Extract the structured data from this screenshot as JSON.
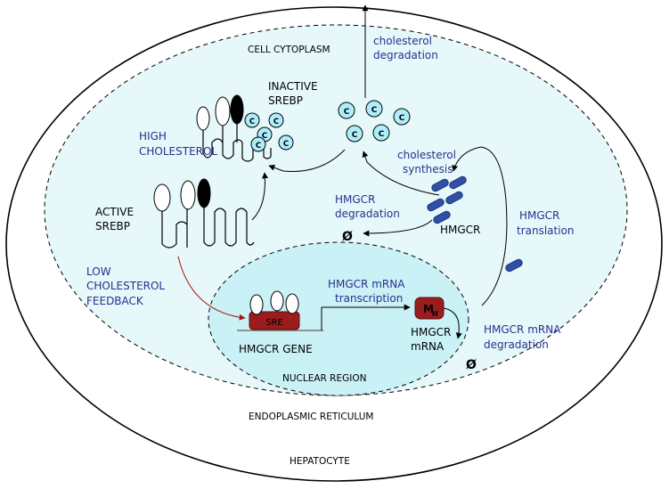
{
  "labels": {
    "cell_cytoplasm": "CELL CYTOPLASM",
    "hepatocyte": "HEPATOCYTE",
    "endoplasmic_reticulum": "ENDOPLASMIC RETICULUM",
    "nuclear_region": "NUCLEAR REGION",
    "cholesterol_degradation_1": "cholesterol",
    "cholesterol_degradation_2": "degradation",
    "inactive_srebp_1": "INACTIVE",
    "inactive_srebp_2": "SREBP",
    "high_cholesterol_1": "HIGH",
    "high_cholesterol_2": "CHOLESTEROL",
    "cholesterol_synthesis_1": "cholesterol",
    "cholesterol_synthesis_2": "synthesis",
    "active_srebp_1": "ACTIVE",
    "active_srebp_2": "SREBP",
    "hmgcr_degradation_1": "HMGCR",
    "hmgcr_degradation_2": "degradation",
    "null_1": "Ø",
    "hmgcr": "HMGCR",
    "hmgcr_translation_1": "HMGCR",
    "hmgcr_translation_2": "translation",
    "low_chol_1": "LOW",
    "low_chol_2": "CHOLESTEROL",
    "low_chol_3": "FEEDBACK",
    "transcription_1": "HMGCR mRNA",
    "transcription_2": "transcription",
    "sre": "SRE",
    "hmgcr_gene": "HMGCR GENE",
    "mh_main": "M",
    "mh_sub": "H",
    "hmgcr_mrna_1": "HMGCR",
    "hmgcr_mrna_2": "mRNA",
    "mrna_degradation_1": "HMGCR mRNA",
    "mrna_degradation_2": "degradation",
    "null_2": "Ø",
    "cholesterol_symbol": "C"
  },
  "colors": {
    "blue_text": "#2a2f8c",
    "cholesterol_fill": "#aeeefa",
    "er_fill": "#e6f8fa",
    "nucleus_fill": "#c9f1f6",
    "hmgcr_fill": "#2f4fa6",
    "sre_fill": "#9b1c1c",
    "feedback_arrow": "#a01818"
  }
}
